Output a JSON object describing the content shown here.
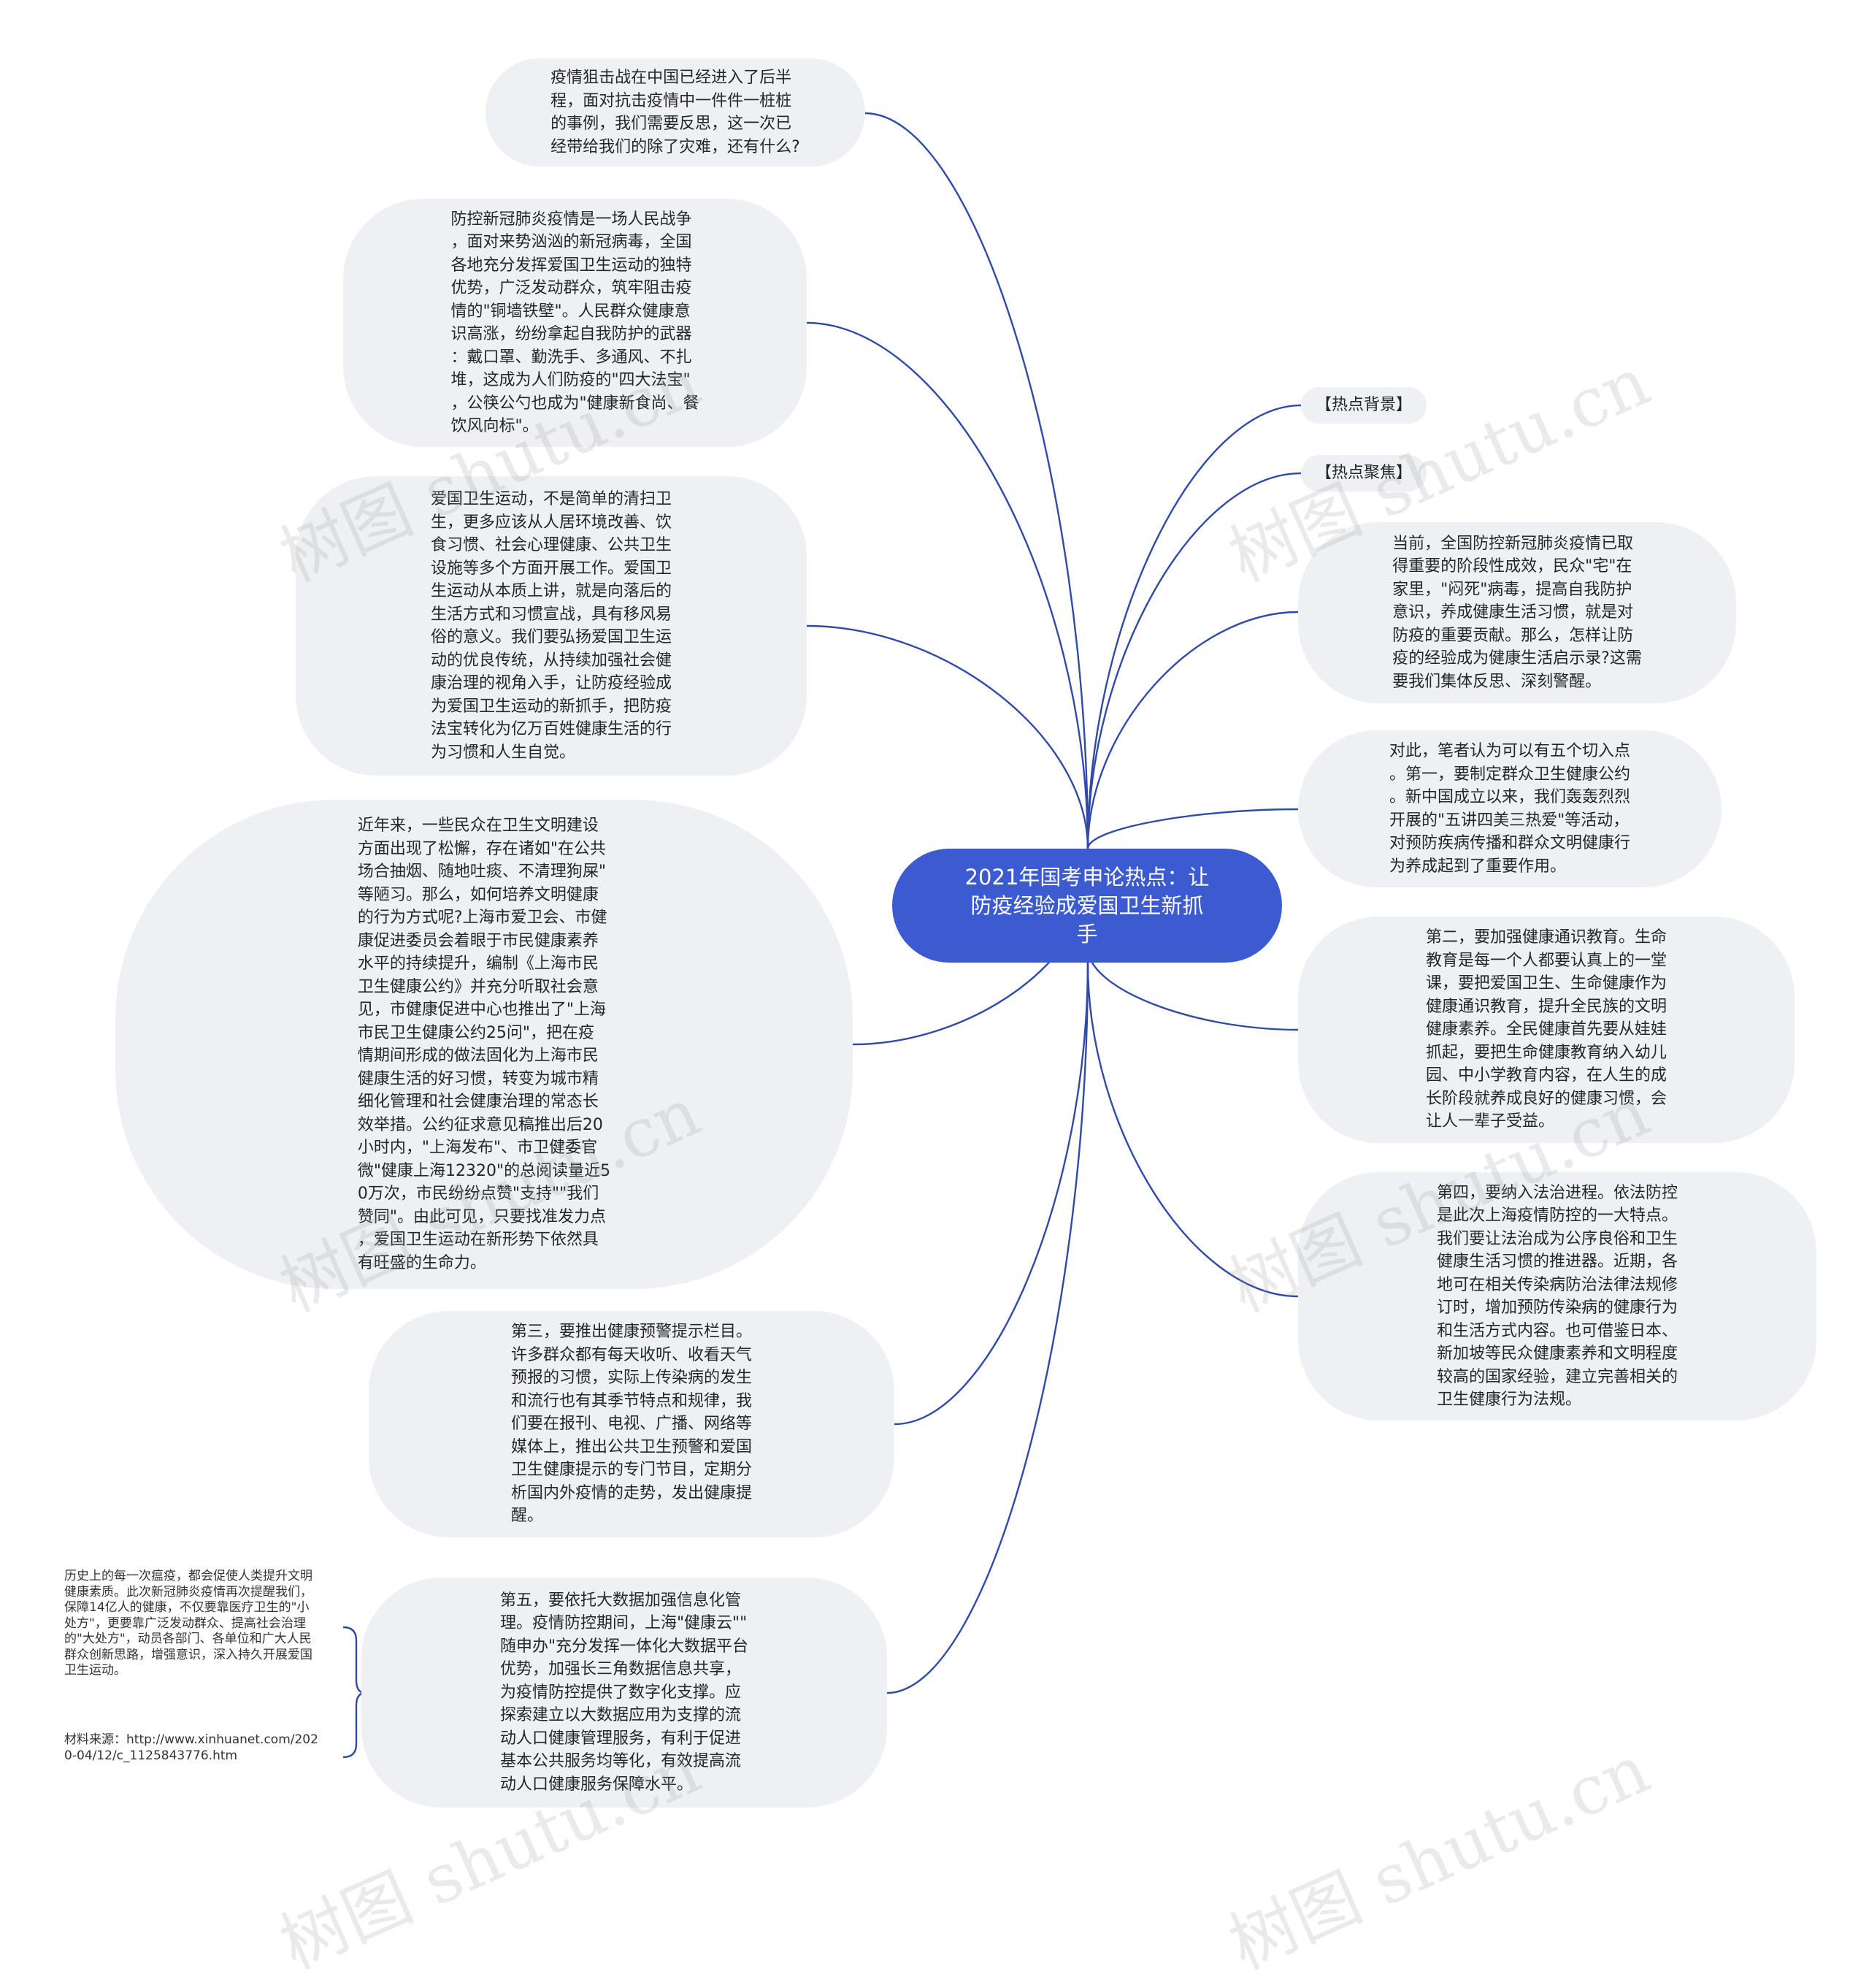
{
  "root": {
    "title": "2021年国考申论热点：让\n防疫经验成爱国卫生新抓\n手"
  },
  "colors": {
    "root_fill": "#3c5bd1",
    "node_fill": "#eef0f3",
    "link": "#2f4aa8"
  },
  "left": {
    "n1": "疫情狙击战在中国已经进入了后半\n程，面对抗击疫情中一件件一桩桩\n的事例，我们需要反思，这一次已\n经带给我们的除了灾难，还有什么?",
    "n2": "防控新冠肺炎疫情是一场人民战争\n，面对来势汹汹的新冠病毒，全国\n各地充分发挥爱国卫生运动的独特\n优势，广泛发动群众，筑牢阻击疫\n情的\"铜墙铁壁\"。人民群众健康意\n识高涨，纷纷拿起自我防护的武器\n：戴口罩、勤洗手、多通风、不扎\n堆，这成为人们防疫的\"四大法宝\"\n，公筷公勺也成为\"健康新食尚、餐\n饮风向标\"。",
    "n3": "爱国卫生运动，不是简单的清扫卫\n生，更多应该从人居环境改善、饮\n食习惯、社会心理健康、公共卫生\n设施等多个方面开展工作。爱国卫\n生运动从本质上讲，就是向落后的\n生活方式和习惯宣战，具有移风易\n俗的意义。我们要弘扬爱国卫生运\n动的优良传统，从持续加强社会健\n康治理的视角入手，让防疫经验成\n为爱国卫生运动的新抓手，把防疫\n法宝转化为亿万百姓健康生活的行\n为习惯和人生自觉。",
    "n4": "近年来，一些民众在卫生文明建设\n方面出现了松懈，存在诸如\"在公共\n场合抽烟、随地吐痰、不清理狗屎\"\n等陋习。那么，如何培养文明健康\n的行为方式呢?上海市爱卫会、市健\n康促进委员会着眼于市民健康素养\n水平的持续提升，编制《上海市民\n卫生健康公约》并充分听取社会意\n见，市健康促进中心也推出了\"上海\n市民卫生健康公约25问\"，把在疫\n情期间形成的做法固化为上海市民\n健康生活的好习惯，转变为城市精\n细化管理和社会健康治理的常态长\n效举措。公约征求意见稿推出后20\n小时内，\"上海发布\"、市卫健委官\n微\"健康上海12320\"的总阅读量近5\n0万次，市民纷纷点赞\"支持\"\"我们\n赞同\"。由此可见，只要找准发力点\n，爱国卫生运动在新形势下依然具\n有旺盛的生命力。",
    "n5": "第三，要推出健康预警提示栏目。\n许多群众都有每天收听、收看天气\n预报的习惯，实际上传染病的发生\n和流行也有其季节特点和规律，我\n们要在报刊、电视、广播、网络等\n媒体上，推出公共卫生预警和爱国\n卫生健康提示的专门节目，定期分\n析国内外疫情的走势，发出健康提\n醒。",
    "n6": "第五，要依托大数据加强信息化管\n理。疫情防控期间，上海\"健康云\"\"\n随申办\"充分发挥一体化大数据平台\n优势，加强长三角数据信息共享，\n为疫情防控提供了数字化支撑。应\n探索建立以大数据应用为支撑的流\n动人口健康管理服务，有利于促进\n基本公共服务均等化，有效提高流\n动人口健康服务保障水平。"
  },
  "right": {
    "tag1": "【热点背景】",
    "tag2": "【热点聚焦】",
    "r1": "当前，全国防控新冠肺炎疫情已取\n得重要的阶段性成效，民众\"宅\"在\n家里，\"闷死\"病毒，提高自我防护\n意识，养成健康生活习惯，就是对\n防疫的重要贡献。那么，怎样让防\n疫的经验成为健康生活启示录?这需\n要我们集体反思、深刻警醒。",
    "r2": "对此，笔者认为可以有五个切入点\n。第一，要制定群众卫生健康公约\n。新中国成立以来，我们轰轰烈烈\n开展的\"五讲四美三热爱\"等活动，\n对预防疾病传播和群众文明健康行\n为养成起到了重要作用。",
    "r3": "第二，要加强健康通识教育。生命\n教育是每一个人都要认真上的一堂\n课，要把爱国卫生、生命健康作为\n健康通识教育，提升全民族的文明\n健康素养。全民健康首先要从娃娃\n抓起，要把生命健康教育纳入幼儿\n园、中小学教育内容，在人生的成\n长阶段就养成良好的健康习惯，会\n让人一辈子受益。",
    "r4": "第四，要纳入法治进程。依法防控\n是此次上海疫情防控的一大特点。\n我们要让法治成为公序良俗和卫生\n健康生活习惯的推进器。近期，各\n地可在相关传染病防治法律法规修\n订时，增加预防传染病的健康行为\n和生活方式内容。也可借鉴日本、\n新加坡等民众健康素养和文明程度\n较高的国家经验，建立完善相关的\n卫生健康行为法规。"
  },
  "notes": {
    "summary": "历史上的每一次瘟疫，都会促使人类提升文明\n健康素质。此次新冠肺炎疫情再次提醒我们，\n保障14亿人的健康，不仅要靠医疗卫生的\"小\n处方\"，更要靠广泛发动群众、提高社会治理\n的\"大处方\"，动员各部门、各单位和广大人民\n群众创新思路，增强意识，深入持久开展爱国\n卫生运动。",
    "source": "材料来源：http://www.xinhuanet.com/202\n0-04/12/c_1125843776.htm"
  },
  "watermark": "树图 shutu.cn"
}
